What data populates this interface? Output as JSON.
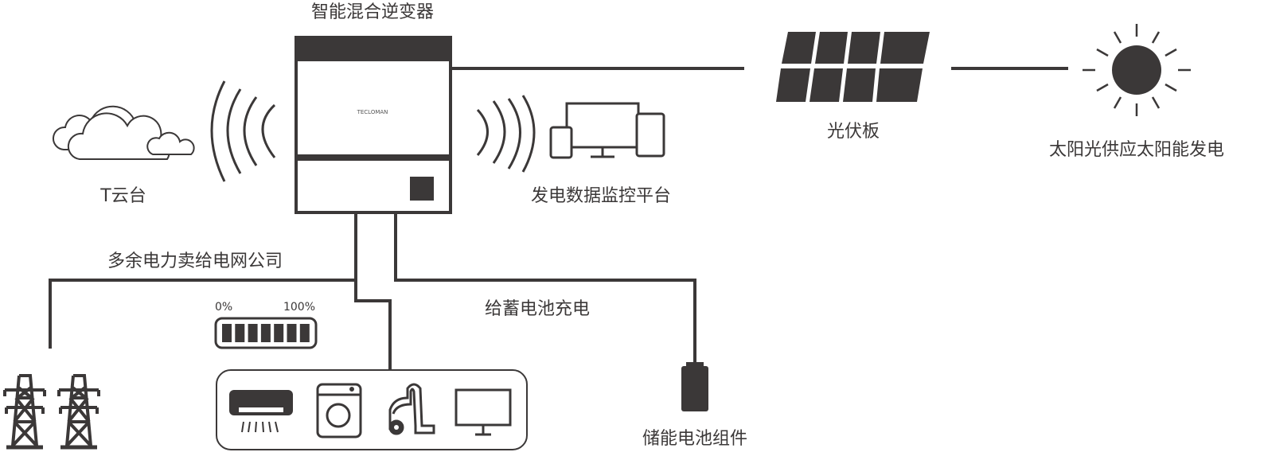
{
  "inverter": {
    "title": "智能混合逆变器",
    "brand": "TECLOMAN"
  },
  "cloud": {
    "label": "T云台"
  },
  "monitor": {
    "label": "发电数据监控平台"
  },
  "solar_panel": {
    "label": "光伏板"
  },
  "sun": {
    "label": "太阳光供应太阳能发电"
  },
  "grid": {
    "label": "多余电力卖给电网公司"
  },
  "battery_gauge": {
    "min_label": "0%",
    "max_label": "100%",
    "level_percent": 100
  },
  "battery_charge": {
    "label": "给蓄电池充电"
  },
  "storage": {
    "label": "储能电池组件"
  },
  "appliances": [
    "air-conditioner",
    "washing-machine",
    "vacuum-cleaner",
    "tv"
  ],
  "colors": {
    "ink": "#3b3838"
  }
}
